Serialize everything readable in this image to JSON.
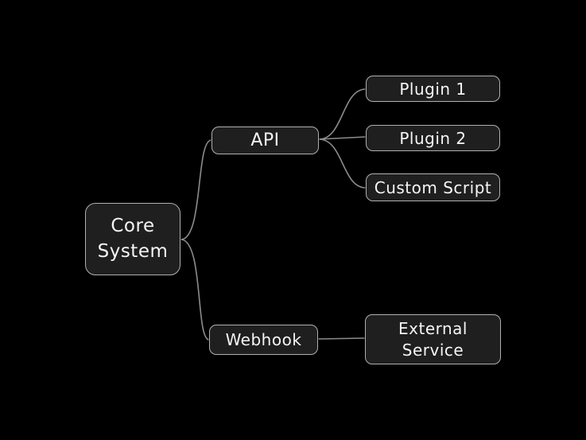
{
  "diagram": {
    "background_color": "#000000",
    "node_fill_color": "#1f1f1f",
    "node_border_color": "#b0b0b0",
    "edge_color": "#8c8c8c",
    "text_color": "#f5f5f5",
    "nodes": {
      "core_system": {
        "lines": [
          "Core",
          "System"
        ]
      },
      "api": {
        "lines": [
          "API"
        ]
      },
      "plugin1": {
        "lines": [
          "Plugin 1"
        ]
      },
      "plugin2": {
        "lines": [
          "Plugin 2"
        ]
      },
      "custom_script": {
        "lines": [
          "Custom Script"
        ]
      },
      "webhook": {
        "lines": [
          "Webhook"
        ]
      },
      "external_service": {
        "lines": [
          "External",
          "Service"
        ]
      }
    },
    "edges": [
      {
        "from": "Core System",
        "to": "API"
      },
      {
        "from": "Core System",
        "to": "Webhook"
      },
      {
        "from": "API",
        "to": "Plugin 1"
      },
      {
        "from": "API",
        "to": "Plugin 2"
      },
      {
        "from": "API",
        "to": "Custom Script"
      },
      {
        "from": "Webhook",
        "to": "External Service"
      }
    ]
  }
}
